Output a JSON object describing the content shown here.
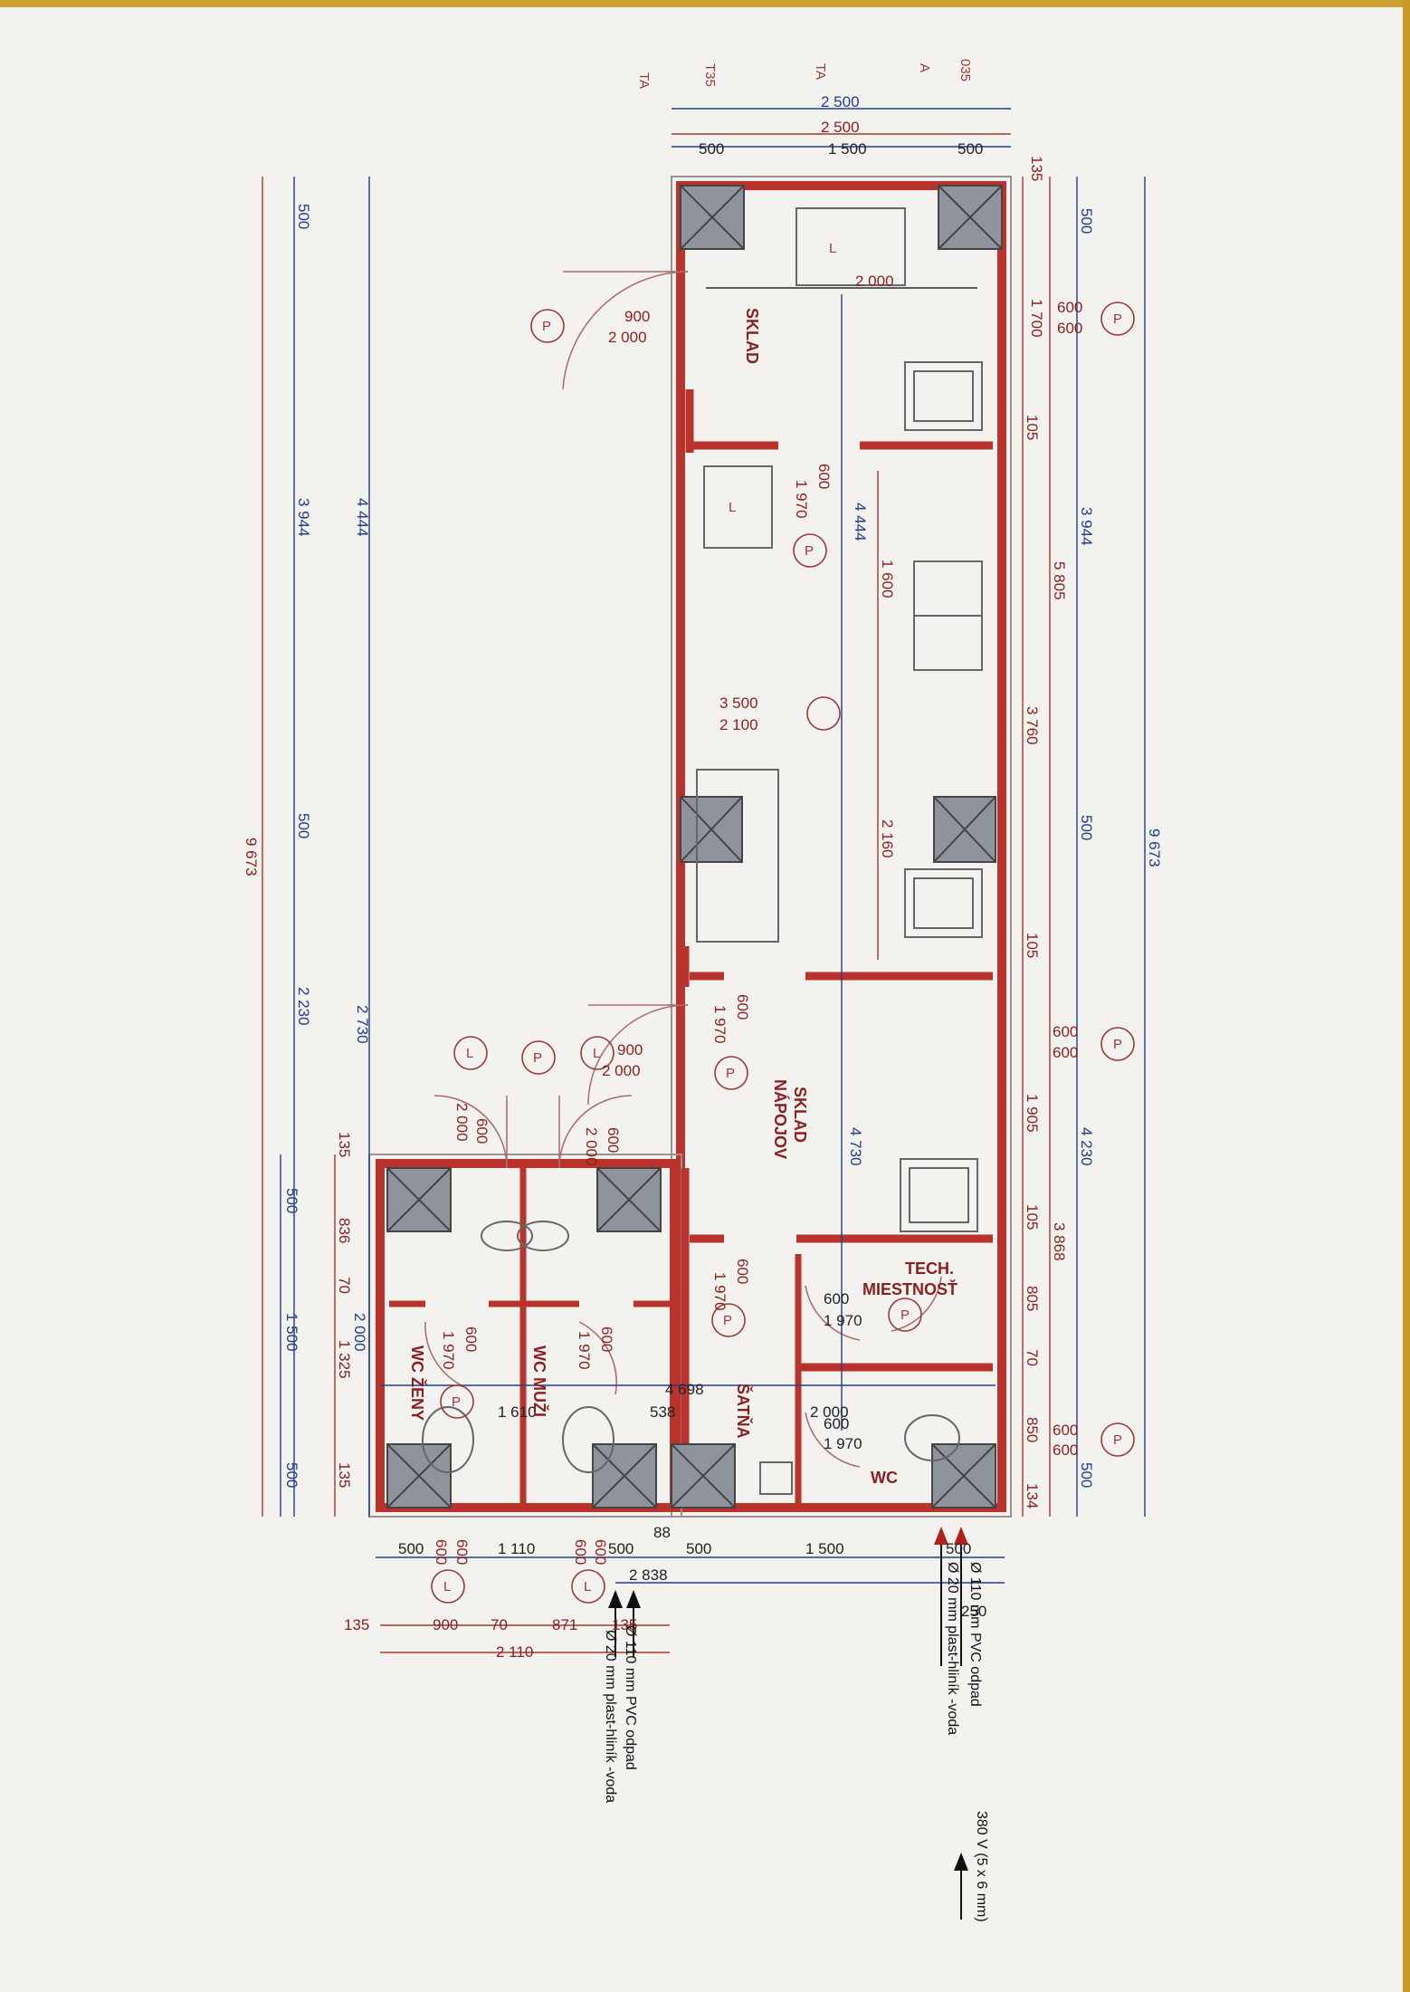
{
  "grid_top": [
    "TA",
    "T35",
    "TA",
    "A",
    "035"
  ],
  "dims_top": {
    "overall": "2 500",
    "overall_inner": "2 500",
    "seg_left": "500",
    "seg_mid": "1 500",
    "seg_right": "500"
  },
  "dims_left": {
    "total": "9 673",
    "a": "4 444",
    "b": "2 730",
    "c": "2 000",
    "d": "500",
    "e": "3 944",
    "f": "500",
    "g": "2 230",
    "h": "500",
    "i": "1 500",
    "j": "500",
    "k": "135",
    "l": "836",
    "m": "70",
    "n": "1 325",
    "o": "135"
  },
  "dims_right": {
    "total": "9 673",
    "a": "500",
    "b": "3 944",
    "c": "500",
    "d": "4 230",
    "e": "500",
    "f": "135",
    "g": "1 700",
    "h": "105",
    "i": "5 805",
    "j": "3 760",
    "k": "105",
    "l": "1 905",
    "m": "105",
    "n": "3 868",
    "o": "805",
    "p": "70",
    "q": "850",
    "r": "134",
    "s": "600",
    "t": "600",
    "u": "600",
    "v": "600",
    "w": "600",
    "x": "600"
  },
  "dims_bottom": {
    "a": "500",
    "b": "600",
    "c": "600",
    "d": "1 110",
    "e": "600",
    "f": "600",
    "g": "500",
    "h": "88",
    "i": "500",
    "j": "1 500",
    "k": "500",
    "l": "2 838",
    "m": "250",
    "n": "135",
    "o": "900",
    "p": "70",
    "q": "871",
    "r": "135",
    "s": "2 110"
  },
  "interior_dims": {
    "d1": "2 000",
    "d2": "900",
    "d3": "2 000",
    "d4": "600",
    "d5": "1 970",
    "d6": "4 444",
    "d7": "1 600",
    "d8": "3 500",
    "d9": "2 100",
    "d10": "2 160",
    "d11": "600",
    "d12": "1 970",
    "d13": "900",
    "d14": "2 000",
    "d15": "4 730",
    "d16": "600",
    "d17": "2 000",
    "d18": "600",
    "d19": "2 000",
    "d20": "600",
    "d21": "1 970",
    "d22": "600",
    "d23": "1 970",
    "d24": "600",
    "d25": "1 970",
    "d26": "4 698",
    "d27": "1 610",
    "d28": "538",
    "d29": "600",
    "d30": "1 970",
    "d31": "2 000",
    "d32": "600",
    "d33": "1 970"
  },
  "rooms": {
    "sklad": "SKLAD",
    "sklad_napojov_1": "SKLAD",
    "sklad_napojov_2": "NÁPOJOV",
    "tech_1": "TECH.",
    "tech_2": "MIESTNOSŤ",
    "satna": "ŠATŇA",
    "wc_zeny": "WC ŽENY",
    "wc_muzi": "WC MUŽI",
    "wc": "WC"
  },
  "door_marks": {
    "p": "P",
    "l": "L"
  },
  "notes": {
    "pvc_left": "Ø 110 mm PVC odpad",
    "water_left": "Ø 20 mm plast-hliník -voda",
    "pvc_right": "Ø 110 mm PVC odpad",
    "water_right": "Ø 20 mm plast-hliník -voda",
    "power": "380 V (5 x 6 mm)"
  },
  "colors": {
    "wall": "#b9332c",
    "blue_dim": "#1e3f8a",
    "red_dim": "#a33a2e",
    "column": "#8f949c",
    "paper": "#f4f2ee"
  }
}
